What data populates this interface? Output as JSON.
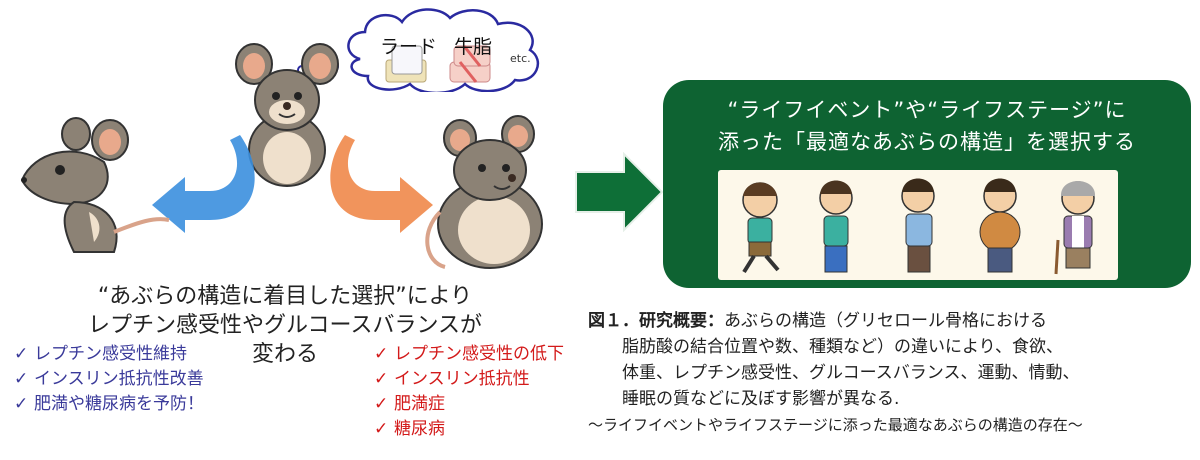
{
  "thought_bubble": {
    "items": [
      "ラード",
      "牛脂"
    ],
    "suffix": "etc."
  },
  "center_text": {
    "line1": "“あぶらの構造に着目した選択”により",
    "line2": "レプチン感受性やグルコースバランスが",
    "line3": "変わる"
  },
  "benefits_list": {
    "color": "#3a3a9a",
    "items": [
      "レプチン感受性維持",
      "インスリン抵抗性改善",
      "肥満や糖尿病を予防！"
    ]
  },
  "risks_list": {
    "color": "#d31a1a",
    "items": [
      "レプチン感受性の低下",
      "インスリン抵抗性",
      "肥満症",
      "糖尿病"
    ]
  },
  "check_glyph": "✓",
  "green_box": {
    "color": "#0e6332",
    "line1": "“ライフイベント”や“ライフステージ”に",
    "line2": "添った「最適なあぶらの構造」を選択する"
  },
  "caption": {
    "label": "図１．研究概要：",
    "line1": "あぶらの構造（グリセロール骨格における",
    "line2": "脂肪酸の結合位置や数、種類など）の違いにより、食欲、",
    "line3": "体重、レプチン感受性、グルコースバランス、運動、情動、",
    "line4": "睡眠の質などに及ぼす影響が異なる.",
    "footer": "～ライフイベントやライフステージに添った最適なあぶらの構造の存在～"
  },
  "colors": {
    "blue_arrow": "#3b8fde",
    "orange_arrow": "#f0884a",
    "green_arrow": "#0e6f37"
  }
}
